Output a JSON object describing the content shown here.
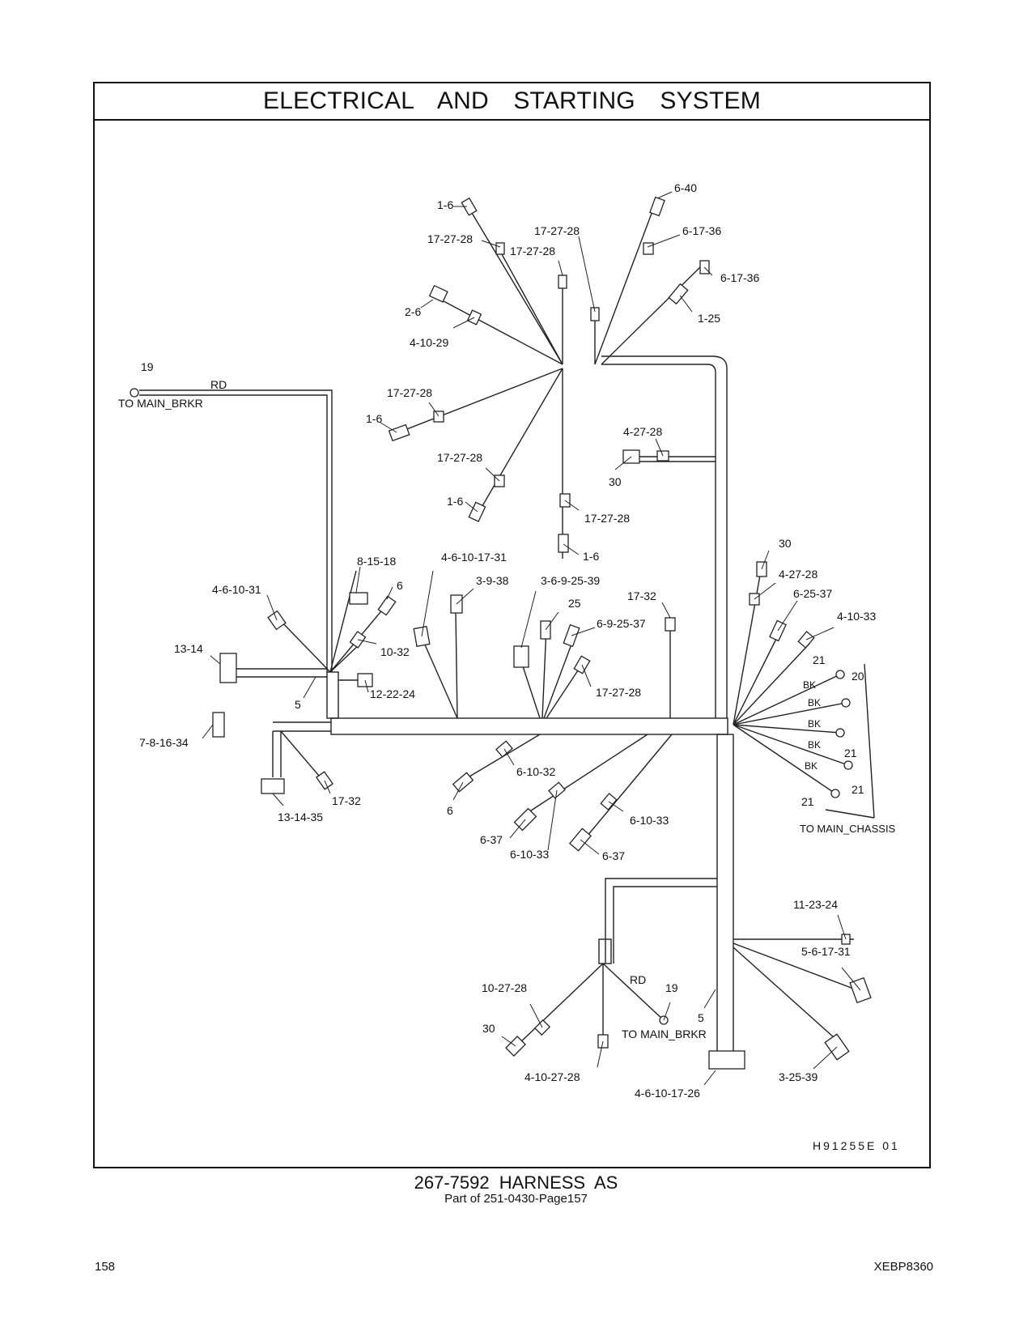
{
  "header": {
    "title": "ELECTRICAL AND STARTING SYSTEM"
  },
  "footer": {
    "title": "267-7592 HARNESS AS",
    "subtitle": "Part of 251-0430-Page157",
    "page_number": "158",
    "doc_id": "XEBP8360"
  },
  "diagram": {
    "figure_id": "H91255E 01",
    "labels": {
      "c1_6a": "1-6",
      "c6_40": "6-40",
      "c17_27_28a": "17-27-28",
      "c17_27_28b": "17-27-28",
      "c17_27_28c": "17-27-28",
      "c6_17_36a": "6-17-36",
      "c6_17_36b": "6-17-36",
      "c2_6": "2-6",
      "c4_10_29": "4-10-29",
      "c1_25": "1-25",
      "c19_top": "19",
      "rd_top": "RD",
      "to_main_brkr_top": "TO MAIN_BRKR",
      "c17_27_28d": "17-27-28",
      "c1_6b": "1-6",
      "c4_27_28a": "4-27-28",
      "c30a": "30",
      "c17_27_28e": "17-27-28",
      "c1_6c": "1-6",
      "c17_27_28f": "17-27-28",
      "c1_6d": "1-6",
      "c8_15_18": "8-15-18",
      "c4_6_10_17_31": "4-6-10-17-31",
      "c3_9_38": "3-9-38",
      "c3_6_9_25_39": "3-6-9-25-39",
      "c30b": "30",
      "c4_27_28b": "4-27-28",
      "c6_25_37": "6-25-37",
      "c4_10_33": "4-10-33",
      "c4_6_10_31": "4-6-10-31",
      "c6a": "6",
      "c25": "25",
      "c17_32a": "17-32",
      "c6_9_25_37": "6-9-25-37",
      "c13_14": "13-14",
      "c10_32": "10-32",
      "c17_27_28g": "17-27-28",
      "c5a": "5",
      "c12_22_24": "12-22-24",
      "c21a": "21",
      "c20": "20",
      "bk1": "BK",
      "bk2": "BK",
      "bk3": "BK",
      "bk4": "BK",
      "bk5": "BK",
      "c21b": "21",
      "c21c": "21",
      "c21d": "21",
      "to_main_chassis": "TO MAIN_CHASSIS",
      "c7_8_16_34": "7-8-16-34",
      "c6_10_32": "6-10-32",
      "c17_32b": "17-32",
      "c13_14_35": "13-14-35",
      "c6b": "6",
      "c6_10_33a": "6-10-33",
      "c6_37a": "6-37",
      "c6_10_33b": "6-10-33",
      "c6_37b": "6-37",
      "c11_23_24": "11-23-24",
      "c5_6_17_31": "5-6-17-31",
      "c10_27_28": "10-27-28",
      "rd_bottom": "RD",
      "c19_bottom": "19",
      "c30c": "30",
      "to_main_brkr_bottom": "TO MAIN_BRKR",
      "c5b": "5",
      "c4_10_27_28": "4-10-27-28",
      "c4_6_10_17_26": "4-6-10-17-26",
      "c3_25_39": "3-25-39"
    }
  }
}
